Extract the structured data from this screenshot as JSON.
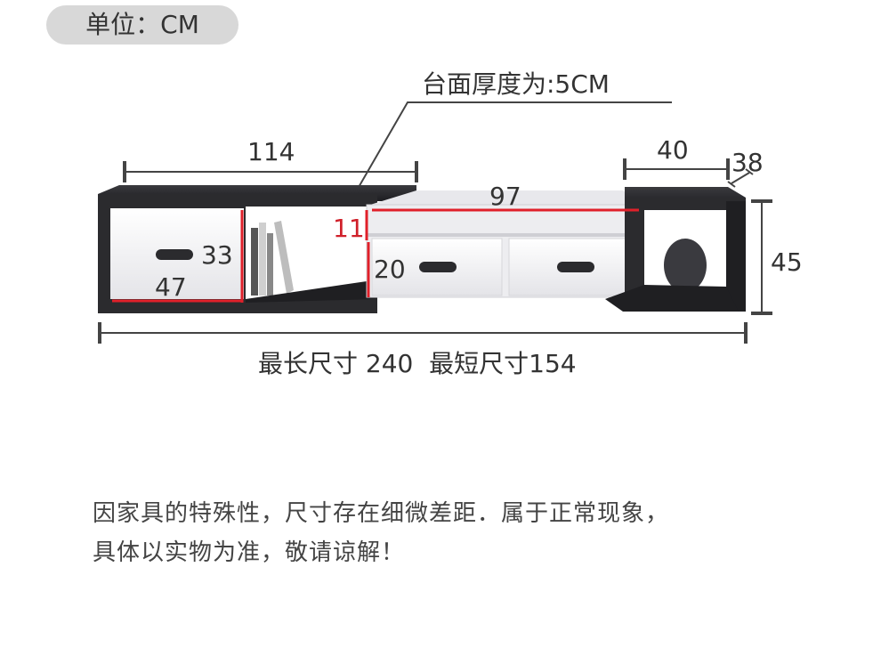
{
  "unit_label": "单位：CM",
  "top_thickness_label": "台面厚度为:5CM",
  "dimensions": {
    "left_width": "114",
    "right_width": "40",
    "right_depth": "38",
    "middle_width": "97",
    "middle_top_gap": "11",
    "left_drawer_height": "33",
    "left_drawer_width": "47",
    "middle_drawer_height": "20",
    "overall_height": "45"
  },
  "size_range_label": "最长尺寸 240  最短尺寸154",
  "notes": [
    "因家具的特殊性，尺寸存在细微差距．属于正常现象，",
    "具体以实物为准，敬请谅解！"
  ],
  "colors": {
    "cabinet_dark": "#2b2b2e",
    "drawer_white": "#f2f2f4",
    "dimension_red": "#e0202a"
  }
}
